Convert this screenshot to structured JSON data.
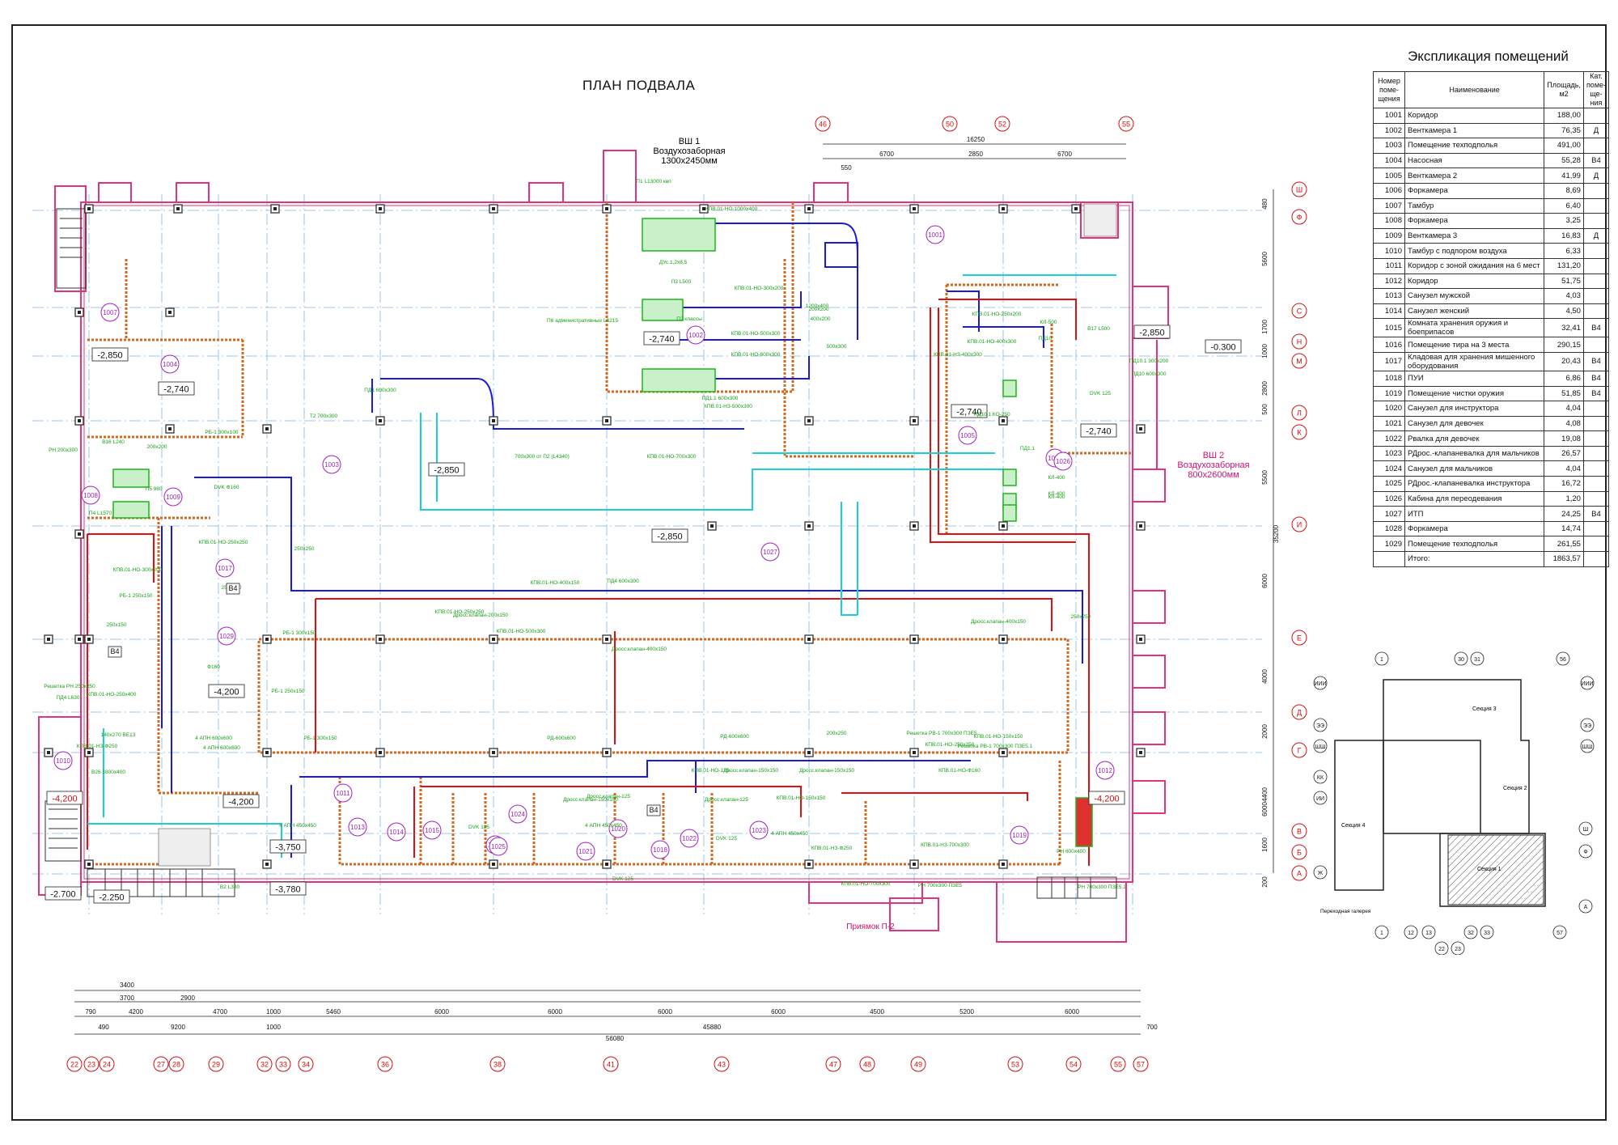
{
  "plan_title": "ПЛАН ПОДВАЛА",
  "shafts": {
    "vsh1": [
      "ВШ 1",
      "Воздухозаборная",
      "1300х2450мм"
    ],
    "vsh2": [
      "ВШ 2",
      "Воздухозаборная",
      "800х2600мм"
    ],
    "pit": "Приямок П-2"
  },
  "axes_top": [
    "46",
    "50",
    "52",
    "55"
  ],
  "dims_top": {
    "total": "16250",
    "a": "6700",
    "b": "2850",
    "c": "6700",
    "small": "550"
  },
  "axes_right": [
    "Ш",
    "Ф",
    "С",
    "Н",
    "М",
    "Л",
    "К",
    "И",
    "Е",
    "Д",
    "Г",
    "В",
    "Б",
    "А"
  ],
  "dims_right": [
    "480",
    "5600",
    "1700",
    "1000",
    "2800",
    "500",
    "5500",
    "6000",
    "4000",
    "2000",
    "4400",
    "6000",
    "1600",
    "200",
    "35200"
  ],
  "axes_bottom": [
    "22",
    "23",
    "24",
    "27",
    "28",
    "29",
    "32",
    "33",
    "34",
    "36",
    "38",
    "41",
    "43",
    "47",
    "48",
    "49",
    "53",
    "54",
    "55",
    "57"
  ],
  "dims_bottom_row1": [
    "3400"
  ],
  "dims_bottom_row2": [
    "3700",
    "2900"
  ],
  "dims_bottom_row3": [
    "790",
    "4200",
    "4700",
    "1000",
    "5460",
    "6000",
    "6000",
    "6000",
    "6000",
    "4500",
    "5200",
    "6000"
  ],
  "dims_bottom_row4": [
    "490",
    "9200",
    "1000",
    "45880",
    "700"
  ],
  "dims_bottom_total": "56080",
  "elevations": [
    "-2,850",
    "-2,740",
    "-2,740",
    "-2,850",
    "-2,850",
    "-2,740",
    "-2,740",
    "-2,850",
    "-0.300",
    "-4,200",
    "-4,200",
    "-4,200",
    "-4,200",
    "-3,750",
    "-3,780",
    "-2.700",
    "-2.250"
  ],
  "room_markers": [
    "1001",
    "1002",
    "1003",
    "1004",
    "1005",
    "1006",
    "1007",
    "1008",
    "1009",
    "1010",
    "1011",
    "1012",
    "1013",
    "1014",
    "1015",
    "1016",
    "1017",
    "1018",
    "1019",
    "1020",
    "1021",
    "1022",
    "1023",
    "1024",
    "1025",
    "1026",
    "1027",
    "1029"
  ],
  "equipment_labels": [
    "П1 L13000 квп",
    "П3 L500",
    "П2 классы",
    "П6 административные L4215",
    "ДУс.1,2х8,5",
    "КПВ.01-НО-1000х400",
    "КПВ.01-НО-300х200",
    "КПВ.01-НО-500х300",
    "КПВ.01-НО-600х300",
    "ПД1.1 600х300",
    "КПВ.01-НЗ-500х300",
    "ПД1 600х300",
    "КПВ.01-НЗ-400х300",
    "700х300 от П2 (L4340)",
    "КПВ.01-НО-700х300",
    "Т2 700х300",
    "1200х400",
    "400х200",
    "500х300",
    "200х200",
    "ПД10",
    "КЛ-500",
    "В17 L500",
    "DVK 125",
    "КПВ.01-НО-400х300",
    "КПВ.01-НО-250х200",
    "ПД10.1 300х200",
    "ПД10 600х300",
    "ПД10.1 КО-250",
    "ПД1.1",
    "КЛ-400",
    "КЛ-400",
    "КЛ-400",
    "В16 L240",
    "200х200",
    "РБ-1 300х100",
    "РН 200х300",
    "П5 980",
    "П4 L1570",
    "DVK Ф160",
    "КПВ.01-НО-250х250",
    "КПВ.01-НО-300х200",
    "РБ-1 250х150",
    "250х150",
    "В26 1800х400",
    "250х250",
    "КПВ.01-НО-400х150",
    "КПВ.01-НО-250х250",
    "Дросс.клапан-200х150",
    "ПД4 600х300",
    "КПВ.01-НО-500х300",
    "Дросс.клапан-400х150",
    "РБ-1 300х150",
    "Дросс.клапан-400х150",
    "250х250",
    "Ф160",
    "4 АПН 600х600",
    "4 АПН 600х600",
    "КПВ.01-НО-250х400",
    "РБ-1 250х150",
    "РБ-1 300х150",
    "РД-600х600",
    "РД-600х600",
    "200х250",
    "Решетка РВ-1 700х300 ПЗЕ5",
    "КПВ.01-НО-250х250",
    "КПВ.01-НО-150х150",
    "Решетка РВ-1 700х300 ПЗЕ5.1",
    "КПВ.01-НО-125",
    "Дросс.клапан-150х150",
    "Дросс.клапан-150х150",
    "КПВ.01-НО-Ф160",
    "Дросс.клапан-125",
    "Дросс.клапан-150х150",
    "Дросс.клапан-125",
    "КПВ.01-НО-150х150",
    "4 АПН 450х450",
    "4 АПН 450х450",
    "4 АПН 450х450",
    "DVK 125",
    "DVK 125",
    "DVK 125",
    "КПВ.01-НЗ-Ф250",
    "КПВ.01-НЗ-700х300",
    "КПВ.01-НО-700х300",
    "РН 700х300 ПЗЕ5",
    "РН 700х300 ПЗЕ5.1",
    "РН 600х400",
    "В2 L380",
    "Решетка РН 250х250",
    "ПД4 L630",
    "140х270 ВЕ13",
    "КПВ.01-НЗ-Ф250",
    "250х250",
    "В4",
    "В4",
    "В4"
  ],
  "explication": {
    "title": "Экспликация помещений",
    "headers": [
      "Номер поме- щения",
      "Наименование",
      "Площадь, м2",
      "Кат. поме- ще- ния"
    ],
    "rows": [
      [
        "1001",
        "Коридор",
        "188,00",
        ""
      ],
      [
        "1002",
        "Венткамера 1",
        "76,35",
        "Д"
      ],
      [
        "1003",
        "Помещение техподполья",
        "491,00",
        ""
      ],
      [
        "1004",
        "Насосная",
        "55,28",
        "В4"
      ],
      [
        "1005",
        "Венткамера 2",
        "41,99",
        "Д"
      ],
      [
        "1006",
        "Форкамера",
        "8,69",
        ""
      ],
      [
        "1007",
        "Тамбур",
        "6,40",
        ""
      ],
      [
        "1008",
        "Форкамера",
        "3,25",
        ""
      ],
      [
        "1009",
        "Венткамера 3",
        "16,83",
        "Д"
      ],
      [
        "1010",
        "Тамбур с подпором воздуха",
        "6,33",
        ""
      ],
      [
        "1011",
        "Коридор с зоной ожидания на 6 мест",
        "131,20",
        ""
      ],
      [
        "1012",
        "Коридор",
        "51,75",
        ""
      ],
      [
        "1013",
        "Санузел мужской",
        "4,03",
        ""
      ],
      [
        "1014",
        "Санузел женский",
        "4,50",
        ""
      ],
      [
        "1015",
        "Комната хранения оружия и боеприпасов",
        "32,41",
        "В4"
      ],
      [
        "1016",
        "Помещение тира на 3 места",
        "290,15",
        ""
      ],
      [
        "1017",
        "Кладовая для хранения мишенного оборудования",
        "20,43",
        "В4"
      ],
      [
        "1018",
        "ПУИ",
        "6,86",
        "В4"
      ],
      [
        "1019",
        "Помещение чистки оружия",
        "51,85",
        "В4"
      ],
      [
        "1020",
        "Санузел для инструктора",
        "4,04",
        ""
      ],
      [
        "1021",
        "Санузел для девочек",
        "4,08",
        ""
      ],
      [
        "1022",
        "Рвалка для девочек",
        "19,08",
        ""
      ],
      [
        "1023",
        "РДрос.-клапаневалка для мальчиков",
        "26,57",
        ""
      ],
      [
        "1024",
        "Санузел для мальчиков",
        "4,04",
        ""
      ],
      [
        "1025",
        "РДрос.-клапаневалка инструктора",
        "16,72",
        ""
      ],
      [
        "1026",
        "Кабина для переодевания",
        "1,20",
        ""
      ],
      [
        "1027",
        "ИТП",
        "24,25",
        "В4"
      ],
      [
        "1028",
        "Форкамера",
        "14,74",
        ""
      ],
      [
        "1029",
        "Помещение техподполья",
        "261,55",
        ""
      ],
      [
        "",
        "Итого:",
        "1863,57",
        ""
      ]
    ]
  },
  "keyplan": {
    "sections": [
      "Секция 1",
      "Секция 2",
      "Секция 3",
      "Секция 4"
    ],
    "gallery": "Переходная галерея",
    "axes_left": [
      "ИИИ",
      "ЭЭ",
      "ШШ",
      "КК",
      "ИИ",
      "Ж"
    ],
    "axes_right": [
      "ИИИ",
      "ЭЭ",
      "ШШ",
      "Ш",
      "Ф",
      "А"
    ],
    "axes_top": [
      "1",
      "30",
      "31",
      "56"
    ],
    "axes_bottom": [
      "1",
      "12",
      "13",
      "22",
      "23",
      "32",
      "33",
      "57"
    ]
  },
  "colors": {
    "supply": "#1a1adf",
    "exhaust": "#e01010",
    "smoke": "#1ad0d8",
    "walls": "#e0357a",
    "brick": "#d2691e",
    "green": "#18b818",
    "marker": "#a020c0",
    "axisred": "#d01010"
  }
}
